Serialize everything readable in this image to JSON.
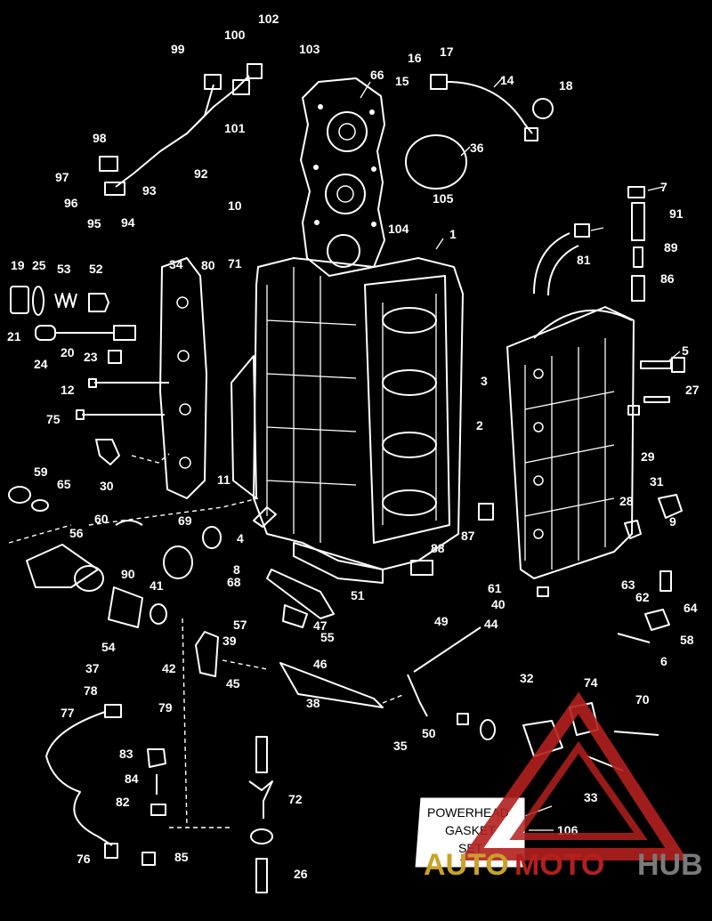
{
  "part_labels": [
    "1",
    "2",
    "3",
    "4",
    "5",
    "6",
    "7",
    "8",
    "9",
    "10",
    "11",
    "12",
    "14",
    "15",
    "16",
    "17",
    "18",
    "19",
    "20",
    "21",
    "23",
    "24",
    "25",
    "26",
    "27",
    "28",
    "29",
    "30",
    "31",
    "32",
    "33",
    "34",
    "35",
    "36",
    "37",
    "38",
    "39",
    "40",
    "41",
    "42",
    "44",
    "45",
    "46",
    "47",
    "49",
    "50",
    "51",
    "52",
    "53",
    "54",
    "55",
    "56",
    "57",
    "58",
    "59",
    "60",
    "61",
    "62",
    "63",
    "64",
    "65",
    "66",
    "68",
    "69",
    "70",
    "71",
    "72",
    "74",
    "75",
    "76",
    "77",
    "78",
    "79",
    "80",
    "81",
    "82",
    "83",
    "84",
    "85",
    "86",
    "87",
    "88",
    "89",
    "90",
    "91",
    "92",
    "93",
    "94",
    "95",
    "96",
    "97",
    "98",
    "99",
    "100",
    "101",
    "102",
    "103",
    "104",
    "105",
    "106"
  ],
  "kit_box": {
    "line1": "POWERHEAD",
    "line2": "GASKET",
    "line3": "SET",
    "ref": "106"
  },
  "watermark": {
    "part1": "AUTO",
    "part2": "MOTO",
    "part3": "HUB",
    "accent_color": "#b3201f",
    "gold_color": "#c9a227"
  },
  "colors": {
    "background": "#000000",
    "linework": "#ffffff"
  }
}
